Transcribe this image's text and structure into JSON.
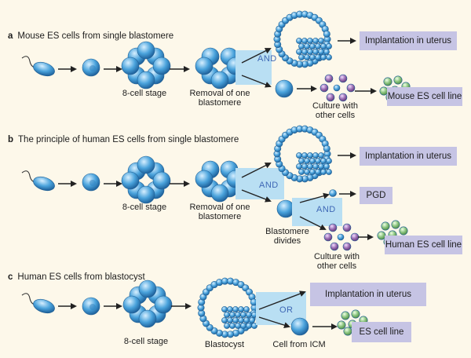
{
  "panel_a": {
    "letter": "a",
    "title": "Mouse ES cells from single blastomere",
    "eight_cell_label": "8-cell stage",
    "removal_label_1": "Removal of one",
    "removal_label_2": "blastomere",
    "and_label": "AND",
    "implantation_box": "Implantation in uterus",
    "culture_label_1": "Culture with",
    "culture_label_2": "other cells",
    "cell_line_box": "Mouse ES cell line"
  },
  "panel_b": {
    "letter": "b",
    "title": "The principle of human ES cells from single blastomere",
    "eight_cell_label": "8-cell stage",
    "removal_label_1": "Removal of one",
    "removal_label_2": "blastomere",
    "and_label_1": "AND",
    "and_label_2": "AND",
    "implantation_box": "Implantation in uterus",
    "pgd_box": "PGD",
    "divides_label_1": "Blastomere",
    "divides_label_2": "divides",
    "culture_label_1": "Culture with",
    "culture_label_2": "other cells",
    "cell_line_box": "Human ES cell line"
  },
  "panel_c": {
    "letter": "c",
    "title": "Human ES cells from blastocyst",
    "eight_cell_label": "8-cell stage",
    "blastocyst_label": "Blastocyst",
    "or_label": "OR",
    "implantation_box": "Implantation in uterus",
    "icm_label": "Cell from ICM",
    "cell_line_box": "ES cell line"
  },
  "colors": {
    "background": "#fdf8ea",
    "cell_blue": "#4aa3dc",
    "label_box": "#c6c4e4",
    "arrow_band": "#b9dff3",
    "and_text": "#3e67b5",
    "feeder_purple": "#9a6db2",
    "es_green": "#88c27c"
  }
}
